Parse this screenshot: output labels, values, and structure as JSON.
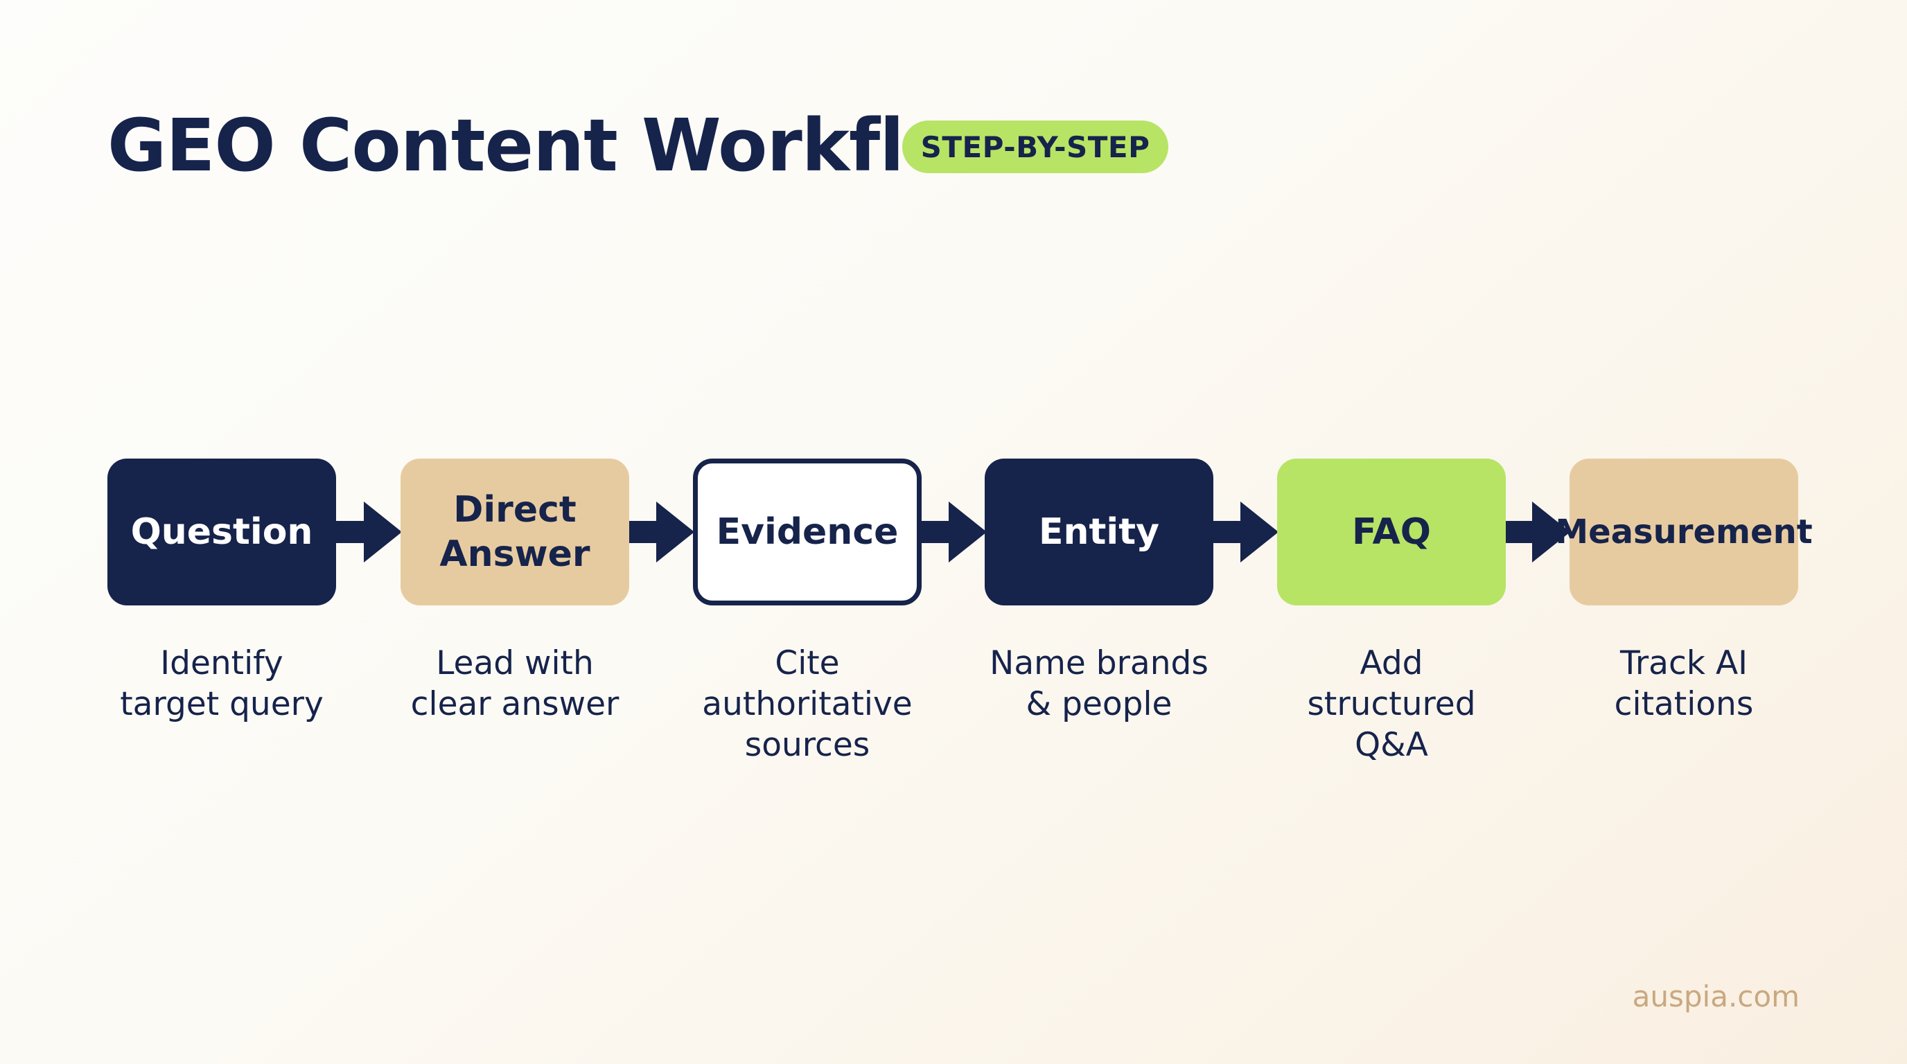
{
  "header": {
    "title": "GEO Content Workflow",
    "badge": "STEP-BY-STEP"
  },
  "steps": [
    {
      "label": "Question",
      "description": "Identify\ntarget query",
      "style": "navy"
    },
    {
      "label": "Direct\nAnswer",
      "description": "Lead with\nclear answer",
      "style": "tan"
    },
    {
      "label": "Evidence",
      "description": "Cite\nauthoritative\nsources",
      "style": "white"
    },
    {
      "label": "Entity",
      "description": "Name brands\n& people",
      "style": "navy"
    },
    {
      "label": "FAQ",
      "description": "Add\nstructured\nQ&A",
      "style": "green"
    },
    {
      "label": "Measurement",
      "description": "Track AI\ncitations",
      "style": "tan"
    }
  ],
  "colors": {
    "navy": "#16234b",
    "tan": "#e7cba0",
    "green": "#b7e465",
    "white": "#ffffff",
    "footer": "#c9a880"
  },
  "footer": {
    "brand": "auspia.com"
  }
}
